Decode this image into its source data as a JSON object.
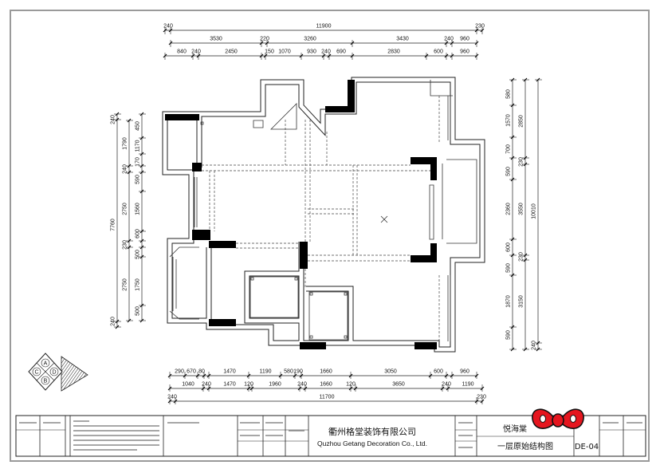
{
  "dims": {
    "top1": [
      "240",
      "11900",
      "230"
    ],
    "top2": [
      "3530",
      "220",
      "3260",
      "3430",
      "240",
      "960"
    ],
    "top3": [
      "840",
      "240",
      "2450",
      "150",
      "1070",
      "930",
      "240",
      "690",
      "2830",
      "600",
      "960"
    ],
    "bot1": [
      "290",
      "670",
      "80",
      "1470",
      "1190",
      "580",
      "190",
      "1660",
      "3050",
      "600",
      "960"
    ],
    "bot2": [
      "1040",
      "240",
      "1470",
      "120",
      "1960",
      "240",
      "1660",
      "120",
      "3650",
      "240",
      "1190"
    ],
    "bot3": [
      "240",
      "11700",
      "230"
    ],
    "left1": [
      "240",
      "7760",
      "240"
    ],
    "left2": [
      "1790",
      "240",
      "2750",
      "230",
      "2750"
    ],
    "left3": [
      "450",
      "1170",
      "170",
      "590",
      "1560",
      "600",
      "500",
      "1750",
      "500"
    ],
    "right1": [
      "580",
      "1570",
      "700",
      "590",
      "2360",
      "600",
      "590",
      "1870",
      "590"
    ],
    "right2": [
      "2850",
      "230",
      "3550",
      "230",
      "3150"
    ],
    "right3": [
      "10010",
      "240"
    ]
  },
  "legend": {
    "letters": [
      "A",
      "C",
      "D",
      "B"
    ]
  },
  "title_block": {
    "company_cn": "衢州格堂装饰有限公司",
    "company_en": "Quzhou Getang Decoration Co., Ltd.",
    "project": "悦海棠",
    "drawing_name": "一层原始结构图",
    "drawing_no": "DE-04"
  },
  "colors": {
    "background": "#ffffff",
    "line": "#222222",
    "solid_wall": "#000000",
    "frame": "#9a9a9a",
    "sticker_red": "#e5161f"
  }
}
